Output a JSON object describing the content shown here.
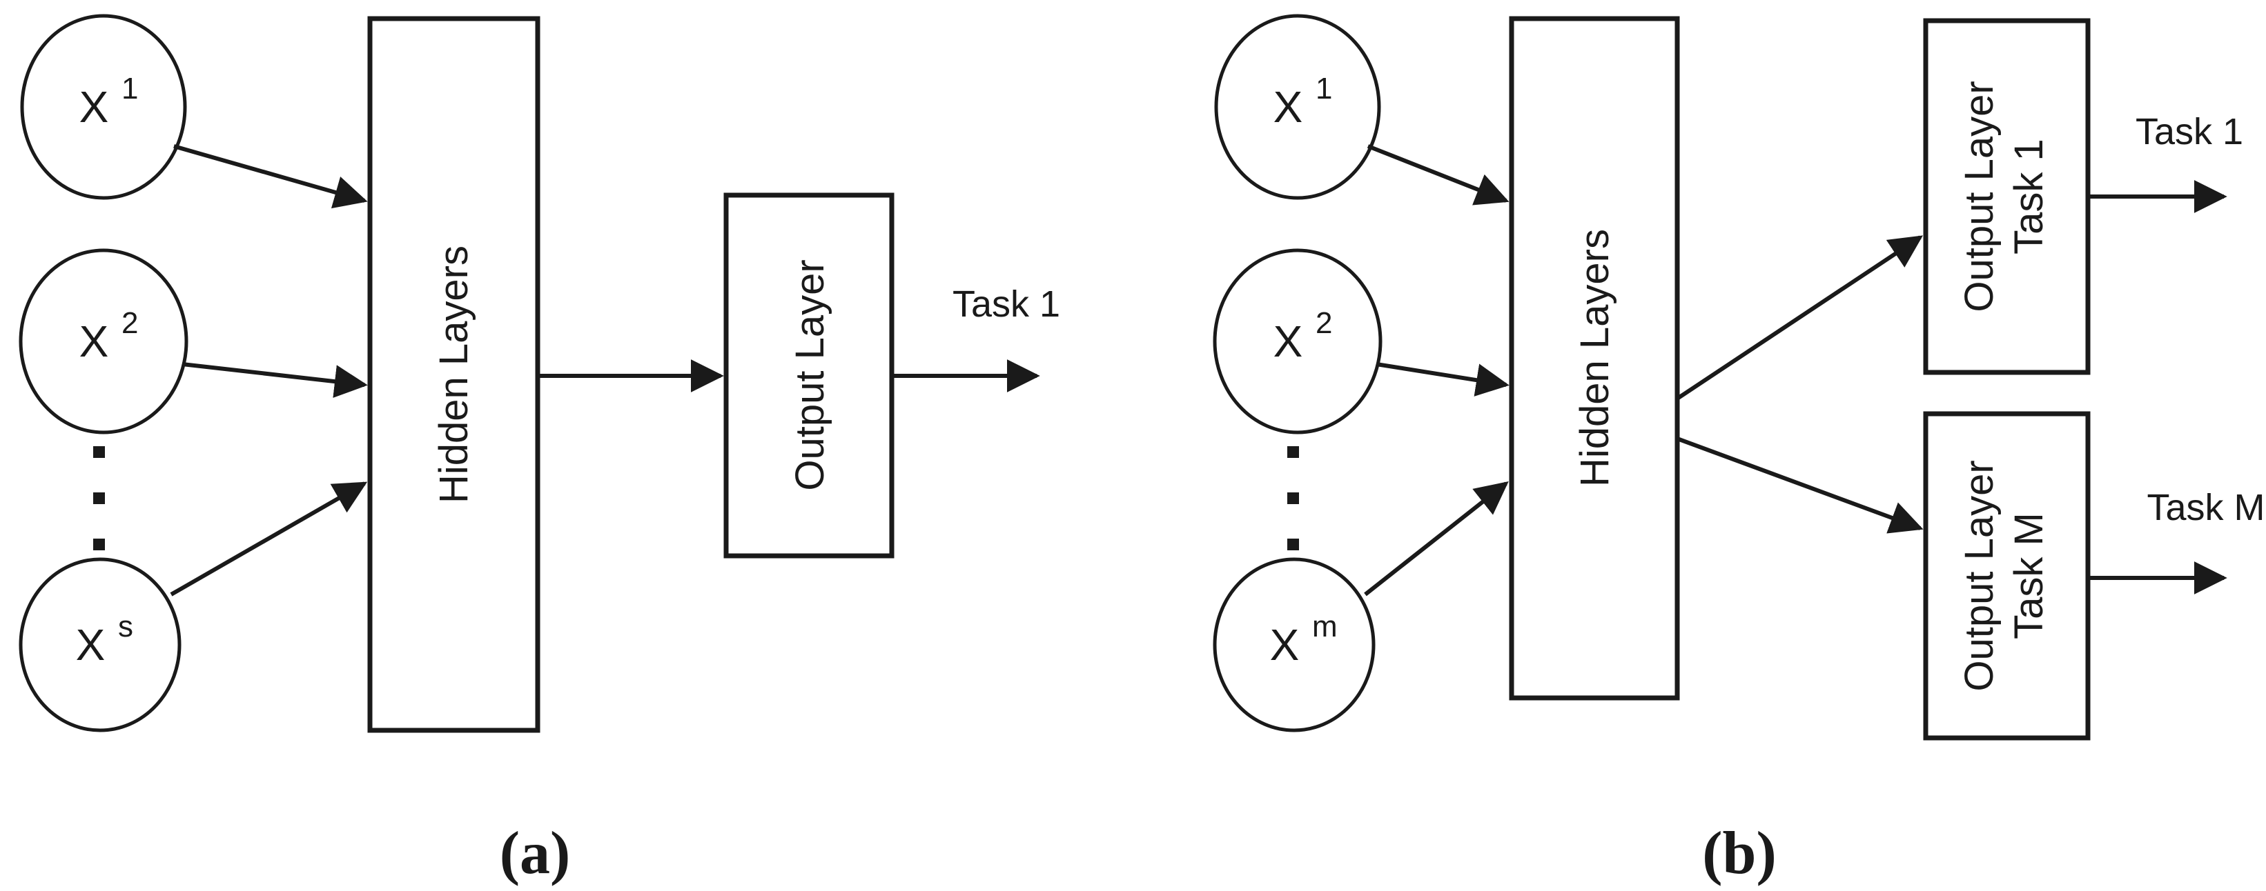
{
  "figure": {
    "background": "#ffffff",
    "line_color": "#1a1a1a",
    "caption_a": "(a)",
    "caption_b": "(b)",
    "single_task": {
      "inputs": [
        {
          "base": "X",
          "sup": "1"
        },
        {
          "base": "X",
          "sup": "2"
        },
        {
          "base": "X",
          "sup": "s"
        }
      ],
      "hidden_label": "Hidden Layers",
      "output_label": "Output Layer",
      "task_label": "Task 1"
    },
    "multi_task": {
      "inputs": [
        {
          "base": "X",
          "sup": "1"
        },
        {
          "base": "X",
          "sup": "2"
        },
        {
          "base": "X",
          "sup": "m"
        }
      ],
      "hidden_label": "Hidden Layers",
      "outputs": [
        {
          "label_line1": "Output Layer",
          "label_line2": "Task 1",
          "task_label": "Task 1"
        },
        {
          "label_line1": "Output Layer",
          "label_line2": "Task M",
          "task_label": "Task M"
        }
      ]
    }
  }
}
